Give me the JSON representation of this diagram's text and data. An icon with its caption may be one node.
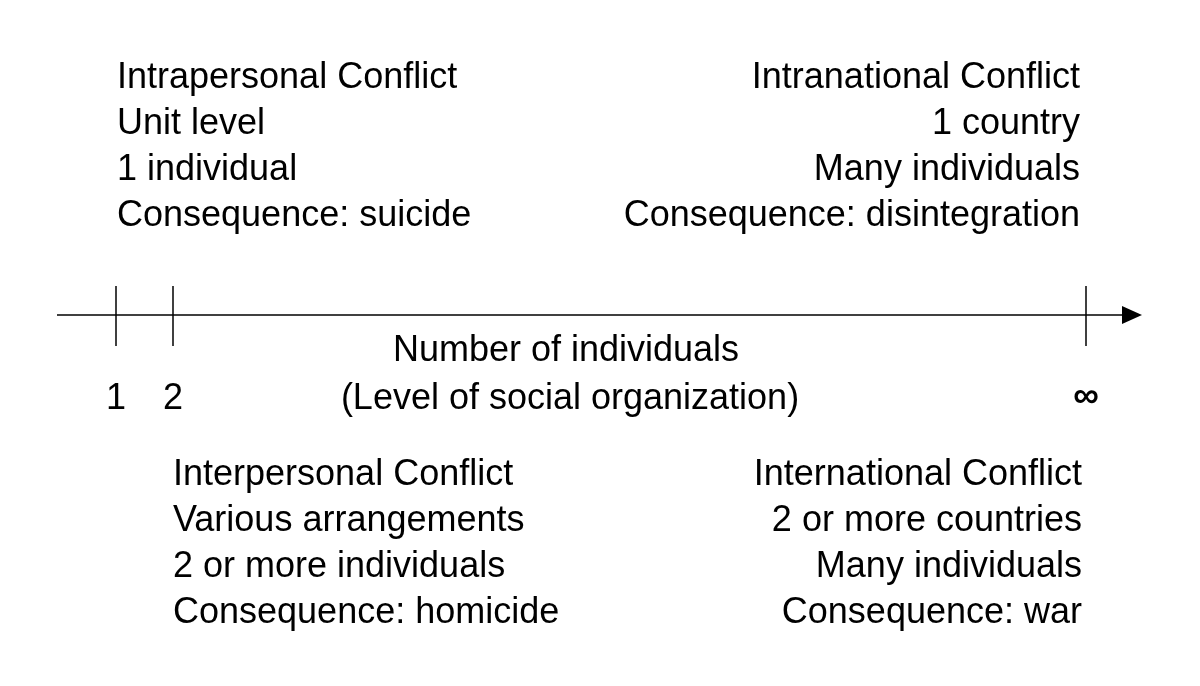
{
  "diagram": {
    "labels": [
      "Intrapersonal Conflict",
      "Unit level",
      "1 individual",
      "Consequence: suicide",
      "Intranational Conflict",
      "1 country",
      "Many individuals",
      "Consequence: disintegration",
      "Number of individuals",
      "(Level of social organization)",
      "1",
      "2",
      "∞",
      "Interpersonal Conflict",
      "Various arrangements",
      "2 or more individuals",
      "Consequence: homicide",
      "International Conflict",
      "2 or more countries",
      "Many individuals",
      "Consequence: war"
    ]
  }
}
